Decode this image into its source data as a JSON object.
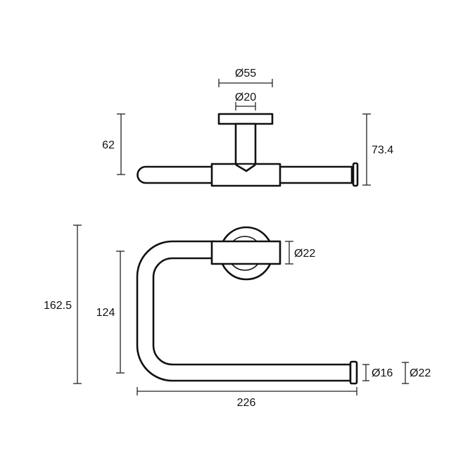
{
  "drawing": {
    "top_view": {
      "flange_diameter": "Ø55",
      "stem_diameter": "Ø20",
      "depth_to_bar": "62",
      "overall_depth": "73.4"
    },
    "front_view": {
      "hub_diameter": "Ø22",
      "overall_height": "162.5",
      "inner_height": "124",
      "overall_width": "226",
      "tube_diameter": "Ø16",
      "end_cap_diameter": "Ø22"
    },
    "colors": {
      "line": "#111111",
      "background": "#ffffff"
    }
  }
}
